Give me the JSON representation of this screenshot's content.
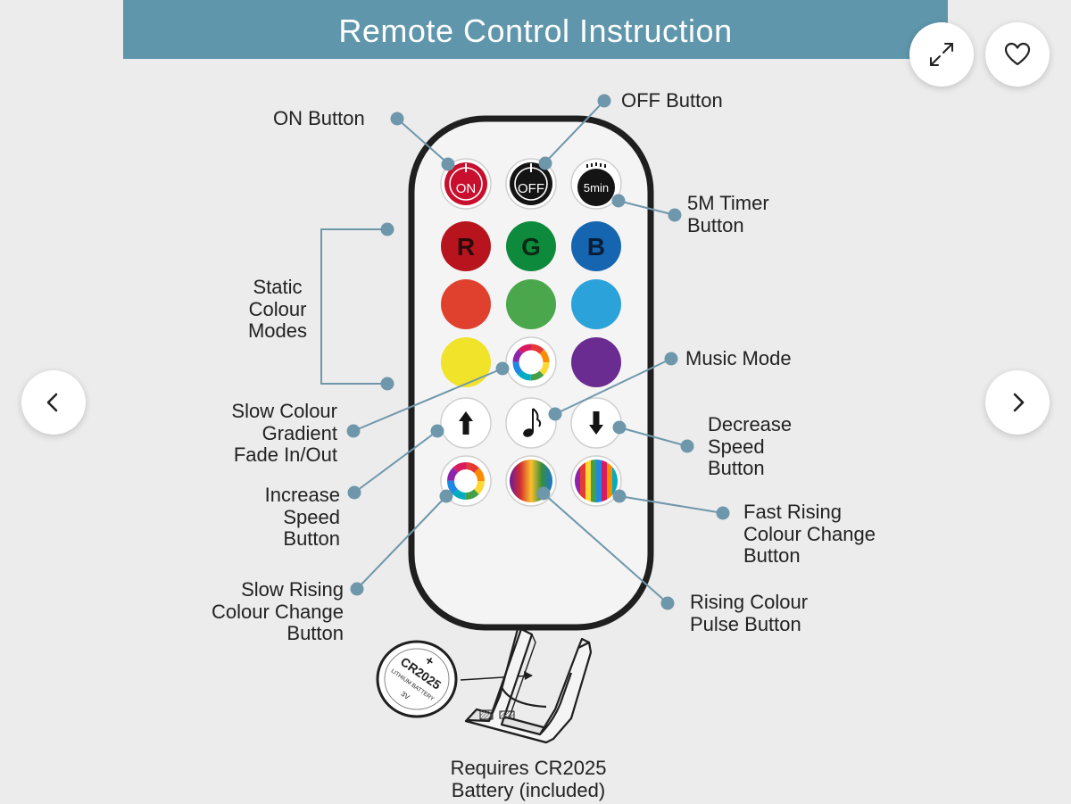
{
  "title": "Remote Control Instruction",
  "labels": {
    "on": "ON Button",
    "off": "OFF Button",
    "timer_1": "5M Timer",
    "timer_2": "Button",
    "static_1": "Static",
    "static_2": "Colour",
    "static_3": "Modes",
    "music": "Music Mode",
    "slow_gradient_1": "Slow Colour",
    "slow_gradient_2": "Gradient",
    "slow_gradient_3": "Fade In/Out",
    "decrease_1": "Decrease",
    "decrease_2": "Speed",
    "decrease_3": "Button",
    "increase_1": "Increase",
    "increase_2": "Speed",
    "increase_3": "Button",
    "fast_rising_1": "Fast Rising",
    "fast_rising_2": "Colour Change",
    "fast_rising_3": "Button",
    "slow_rising_1": "Slow Rising",
    "slow_rising_2": "Colour Change",
    "slow_rising_3": "Button",
    "pulse_1": "Rising Colour",
    "pulse_2": "Pulse Button",
    "battery_1": "Requires CR2025",
    "battery_2": "Battery (included)"
  },
  "remote_buttons": {
    "on": "ON",
    "off": "OFF",
    "timer": "5min",
    "r": "R",
    "g": "G",
    "b": "B"
  },
  "battery_print": {
    "model": "CR2025",
    "type": "LITHIUM BATTERY",
    "voltage": "3V",
    "plus": "+"
  },
  "icons": [
    "expand-icon",
    "heart-icon",
    "chevron-left-icon",
    "chevron-right-icon"
  ],
  "colors": {
    "banner": "#5f96ab",
    "leader": "#6f97ab",
    "red": "#e0412f",
    "green": "#4aa74b",
    "blue": "#2ba2d9",
    "yellow": "#f0e32a",
    "purple": "#6a2c91",
    "dark_red": "#b8141d",
    "dark_green": "#0d8a3b",
    "dark_blue": "#1565b0"
  }
}
